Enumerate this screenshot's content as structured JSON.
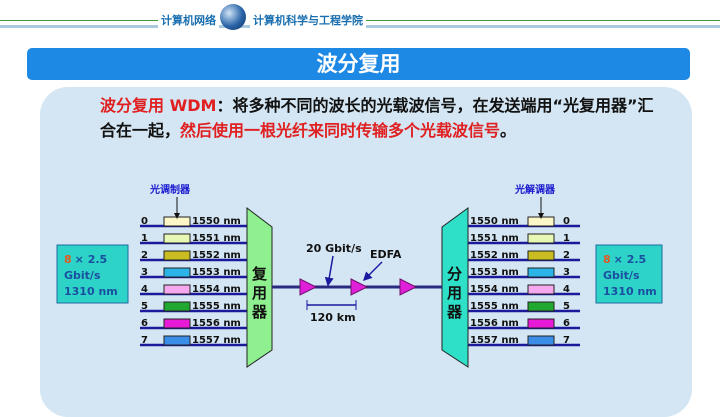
{
  "header": {
    "left_text": "计算机网络",
    "right_text": "计算机科学与工程学院"
  },
  "title": "波分复用",
  "description": {
    "term": "波分复用 WDM",
    "part1": "：将多种不同的波长的光载波信号，在发送端用“光复用器”汇合在一起，",
    "part2": "然后使用一根光纤来同时传输多个光载波信号",
    "end": "。"
  },
  "diagram": {
    "modulator_label": "光调制器",
    "demodulator_label": "光解调器",
    "mux_label": "复用器",
    "demux_label": "分用器",
    "rate_label": "20 Gbit/s",
    "amp_label": "EDFA",
    "span_label": "120 km",
    "input_box": {
      "count": "8",
      "rate": "× 2.5",
      "unit": "Gbit/s",
      "wavelength": "1310 nm"
    },
    "output_box": {
      "count": "8",
      "rate": "× 2.5",
      "unit": "Gbit/s",
      "wavelength": "1310 nm"
    },
    "channels": [
      {
        "id": "0",
        "wavelength": "1550 nm",
        "color": "#fbf7c6"
      },
      {
        "id": "1",
        "wavelength": "1551 nm",
        "color": "#e7f7b4"
      },
      {
        "id": "2",
        "wavelength": "1552 nm",
        "color": "#c9bd22"
      },
      {
        "id": "3",
        "wavelength": "1553 nm",
        "color": "#2ab4e8"
      },
      {
        "id": "4",
        "wavelength": "1554 nm",
        "color": "#f5a8ee"
      },
      {
        "id": "5",
        "wavelength": "1555 nm",
        "color": "#20a830"
      },
      {
        "id": "6",
        "wavelength": "1556 nm",
        "color": "#e81ad8"
      },
      {
        "id": "7",
        "wavelength": "1557 nm",
        "color": "#3a8ee8"
      }
    ]
  }
}
